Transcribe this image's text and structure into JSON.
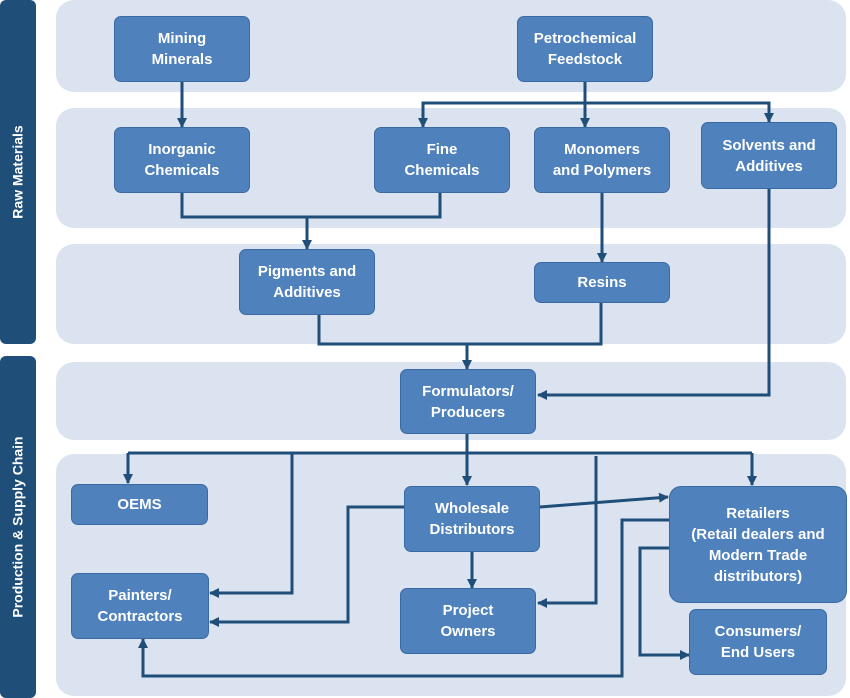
{
  "sections": {
    "raw_materials": "Raw Materials",
    "production_supply_chain": "Production & Supply Chain"
  },
  "nodes": {
    "mining_minerals": "Mining\nMinerals",
    "petrochemical_feedstock": "Petrochemical\nFeedstock",
    "inorganic_chemicals": "Inorganic\nChemicals",
    "fine_chemicals": "Fine\nChemicals",
    "monomers_polymers": "Monomers\nand Polymers",
    "solvents_additives": "Solvents and\nAdditives",
    "pigments_additives": "Pigments and\nAdditives",
    "resins": "Resins",
    "formulators_producers": "Formulators/\nProducers",
    "oems": "OEMS",
    "wholesale_distributors": "Wholesale\nDistributors",
    "retailers": "Retailers\n(Retail dealers and\nModern Trade\ndistributors)",
    "painters_contractors": "Painters/\nContractors",
    "project_owners": "Project\nOwners",
    "consumers_end_users": "Consumers/\nEnd Users"
  },
  "colors": {
    "node_fill": "#4f81bd",
    "band_fill": "#dbe3f0",
    "side_label_fill": "#1f4e79",
    "arrow": "#1f4e79"
  }
}
